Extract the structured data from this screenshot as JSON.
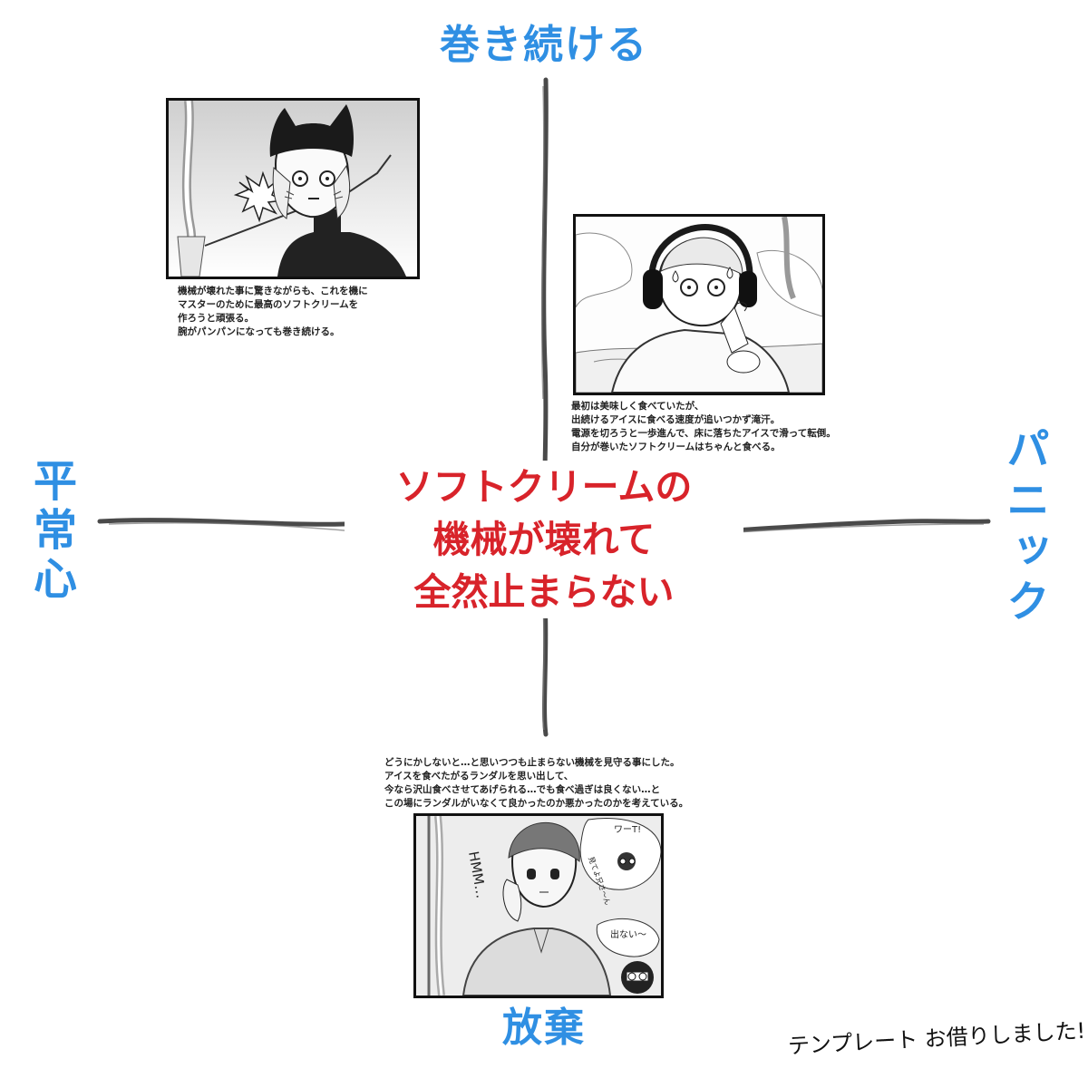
{
  "axes": {
    "top": "巻き続ける",
    "bottom": "放棄",
    "left": "平常心",
    "right": "パニック"
  },
  "center_title": {
    "lines": [
      "ソフトクリームの",
      "機械が壊れて",
      "全然止まらない"
    ]
  },
  "panels": [
    {
      "caption": [
        "機械が壊れた事に驚きながらも、これを機に",
        "マスターのために最高のソフトクリームを",
        "作ろうと頑張る。",
        "腕がパンパンになっても巻き続ける。"
      ]
    },
    {
      "caption": [
        "最初は美味しく食べていたが、",
        "出続けるアイスに食べる速度が追いつかず滝汗。",
        "電源を切ろうと一歩進んで、床に落ちたアイスで滑って転倒。",
        "自分が巻いたソフトクリームはちゃんと食べる。"
      ]
    },
    {
      "caption": [
        "どうにかしないと…と思いつつも止まらない機械を見守る事にした。",
        "アイスを食べたがるランダルを思い出して、",
        "今なら沢山食べさせてあげられる…でも食べ過ぎは良くない…と",
        "この場にランダルがいなくて良かったのか悪かったのかを考えている。"
      ],
      "sfx": {
        "hmm": "HMM…",
        "bubble_top": "ワーT!",
        "bubble_mid": "見てよ兄さ〜ん",
        "bubble_low": "出ない〜"
      }
    }
  ],
  "credit": "テンプレート お借りしました!",
  "colors": {
    "axis_label": "#2f8fe3",
    "center_title": "#d8232a",
    "axis_line": "#444444"
  }
}
